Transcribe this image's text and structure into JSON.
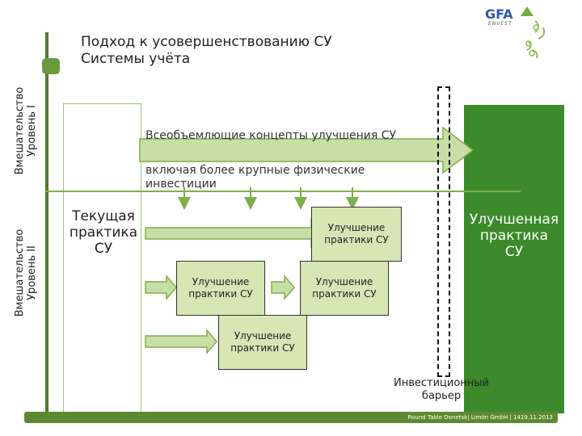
{
  "title": {
    "line1": "Подход к усовершенствованию СУ",
    "line2": "Системы учёта"
  },
  "levels": {
    "level1": {
      "line1": "Вмешательство",
      "line2": "Уровень I"
    },
    "level2": {
      "line1": "Вмешательство",
      "line2": "Уровень II"
    }
  },
  "concept": {
    "label": "Всеобъемлющие концепты улучшения СУ",
    "sub_line1": "включая более крупные физические",
    "sub_line2": "инвестиции"
  },
  "current_practice": {
    "line1": "Текущая",
    "line2": "практика",
    "line3": "СУ"
  },
  "improved_practice": {
    "line1": "Улучшенная",
    "line2": "практика",
    "line3": "СУ"
  },
  "improvement_boxes": [
    {
      "line1": "Улучшение",
      "line2": "практики СУ"
    },
    {
      "line1": "Улучшение",
      "line2": "практики СУ"
    },
    {
      "line1": "Улучшение",
      "line2": "практики СУ"
    },
    {
      "line1": "Улучшение",
      "line2": "практики СУ"
    }
  ],
  "barrier": {
    "line1": "Инвестиционный",
    "line2": "барьер"
  },
  "footer": {
    "text": "Round Table Donetsk| Limón GmbH | 14",
    "date": "19.11.2013"
  },
  "logo": {
    "text": "GFA",
    "sub": "ENVEST"
  },
  "colors": {
    "accent_green": "#4e7d2a",
    "light_green": "#d7e6b5",
    "dark_green": "#3c8a2c",
    "arrow_green": "#c8dea6"
  }
}
